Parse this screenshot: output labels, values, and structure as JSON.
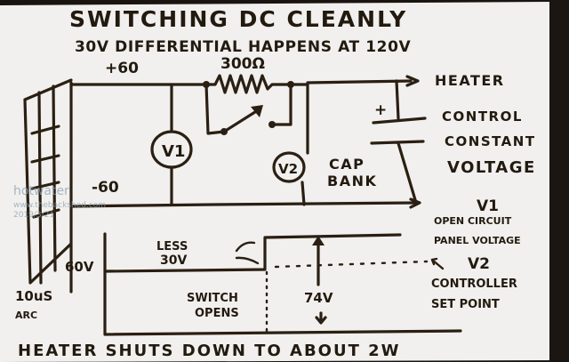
{
  "title": "SWITCHING DC CLEANLY",
  "subtitle": "30V DIFFERENTIAL HAPPENS AT 120V",
  "circuit": {
    "positive_rail": "+60",
    "negative_rail": "-60",
    "resistor": "300Ω",
    "meter_1": "V1",
    "meter_2": "V2",
    "cap_bank": [
      "CAP",
      "BANK"
    ],
    "capacitor_polarity": "+",
    "output_label": "HEATER",
    "output_notes": [
      "CONTROL",
      "CONSTANT",
      "VOLTAGE"
    ]
  },
  "waveform": {
    "level_label": "60V",
    "arc_note": [
      "10uS",
      "ARC"
    ],
    "less_note": [
      "LESS",
      "30V"
    ],
    "switch_note": [
      "SWITCH",
      "OPENS"
    ],
    "delta_label": "74V",
    "v1_label": "V1",
    "v1_desc": [
      "OPEN CIRCUIT",
      "PANEL VOLTAGE"
    ],
    "v2_label": "V2",
    "v2_desc": [
      "CONTROLLER",
      "SET POINT"
    ]
  },
  "footer": "HEATER SHUTS DOWN TO ABOUT 2W",
  "watermark": {
    "user": "hotwater",
    "site": "www.thebackshed.com",
    "date": "2019/3/21"
  },
  "colors": {
    "paper": "#f1f0ee",
    "ink": "#2a1f12",
    "background": "#1a1410"
  }
}
